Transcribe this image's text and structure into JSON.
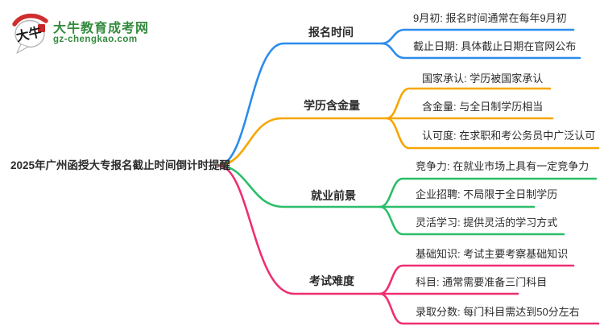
{
  "logo": {
    "site_name": "大牛教育成考网",
    "site_url": "gz-chengkao.com",
    "icon": "daniu-speech-bubble-logo",
    "brand_green": "#338a3e",
    "brand_red": "#cf2e2e"
  },
  "mindmap": {
    "central_topic": "2025年广州函授大专报名截止时间倒计时提醒",
    "branches": [
      {
        "label": "报名时间",
        "color": "#2b8ced",
        "children": [
          "9月初: 报名时间通常在每年9月初",
          "截止日期: 具体截止日期在官网公布"
        ]
      },
      {
        "label": "学历含金量",
        "color": "#f7a600",
        "children": [
          "国家承认: 学历被国家承认",
          "含金量: 与全日制学历相当",
          "认可度: 在求职和考公务员中广泛认可"
        ]
      },
      {
        "label": "就业前景",
        "color": "#2bbe69",
        "children": [
          "竞争力: 在就业市场上具有一定竞争力",
          "企业招聘: 不局限于全日制学历",
          "灵活学习: 提供灵活的学习方式"
        ]
      },
      {
        "label": "考试难度",
        "color": "#ef2e72",
        "children": [
          "基础知识: 考试主要考察基础知识",
          "科目: 通常需要准备三门科目",
          "录取分数: 每门科目需达到50分左右"
        ]
      }
    ]
  }
}
